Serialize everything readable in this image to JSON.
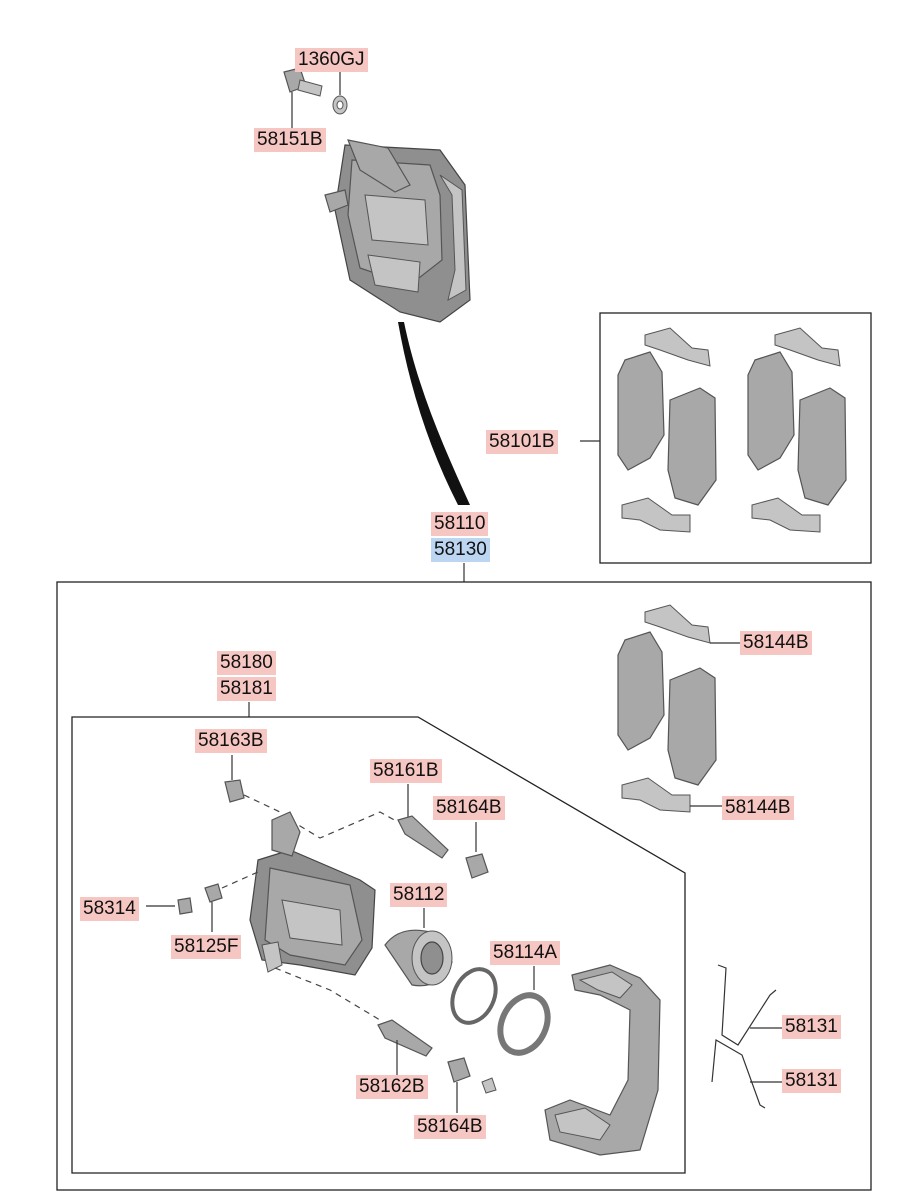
{
  "labels": {
    "bolt_washer": "1360GJ",
    "bolt": "58151B",
    "pad_kit": "58101B",
    "caliper_assy_lh": "58110",
    "caliper_assy_rh": "58130",
    "pad_shim_upper": "58144B",
    "pad_shim_lower": "58144B",
    "caliper_body_lh": "58180",
    "caliper_body_rh": "58181",
    "bleeder_screw": "58163B",
    "guide_rod_upper": "58161B",
    "boot_upper": "58164B",
    "piston": "58112",
    "sensor": "58314",
    "bleeder_cap": "58125F",
    "piston_seal": "58114A",
    "spring_upper": "58131",
    "spring_lower": "58131",
    "guide_rod_lower": "58162B",
    "boot_lower": "58164B"
  },
  "colors": {
    "label_highlight": "#f6c6c2",
    "label_highlight_selected": "#bcd6f2",
    "part_fill": "#a8a8a8"
  }
}
